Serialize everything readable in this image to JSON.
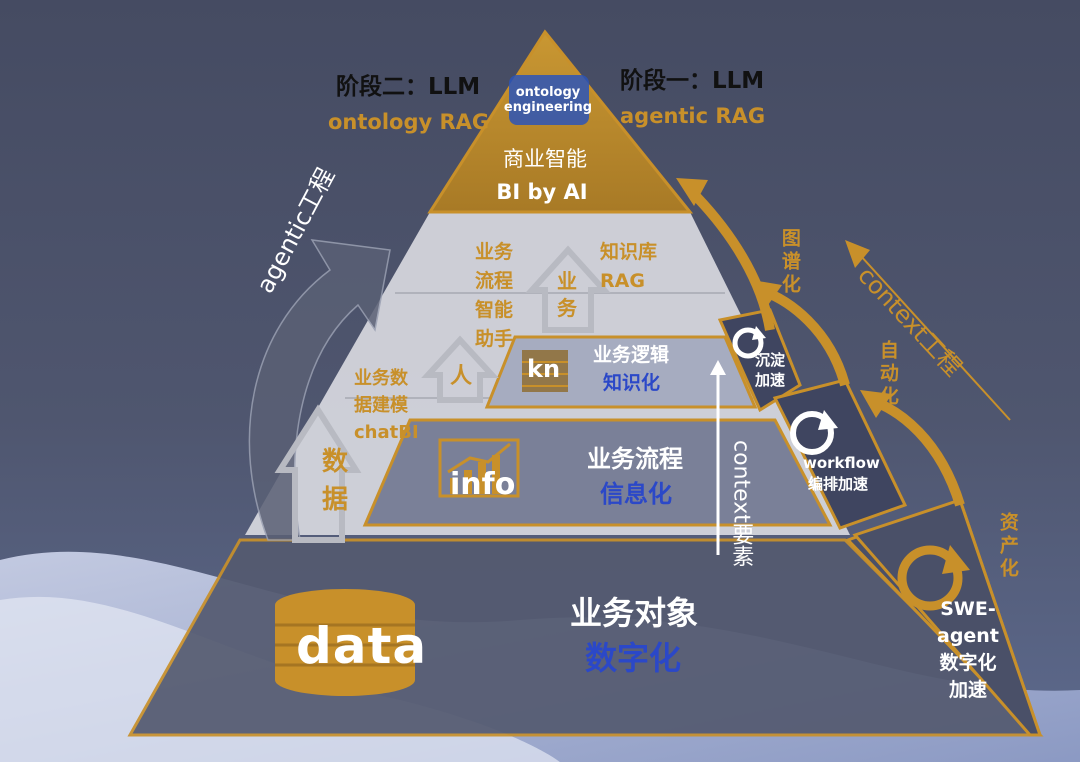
{
  "colors": {
    "gold": "#c8902a",
    "blue": "#2b48c8",
    "dark_bg": "#4a5068",
    "light_layer": "#dcdde2"
  },
  "stages": {
    "stage2_title": "阶段二：LLM",
    "stage2_sub": "ontology RAG",
    "stage1_title": "阶段一：LLM",
    "stage1_sub": "agentic RAG"
  },
  "apex": {
    "icon_label": "ontology engineering",
    "title": "商业智能",
    "subtitle": "BI by AI"
  },
  "layer2": {
    "left_text": "业务\n流程\n智能\n助手",
    "right_text": "知识库\nRAG",
    "arrow_text": "业\n务",
    "kn_label": "kn",
    "logic_title": "业务逻辑",
    "logic_sub": "知识化"
  },
  "layer3": {
    "left_text": "业务数\n据建模\nchatBI",
    "arrow_person": "人",
    "arrow_data": "数\n据",
    "info_label": "info",
    "process_title": "业务流程",
    "process_sub": "信息化"
  },
  "base": {
    "data_label": "data",
    "object_title": "业务对象",
    "object_sub": "数字化"
  },
  "side": {
    "agentic": "agentic工程",
    "context_elements": "context要素",
    "context_eng": "context工程",
    "graph": "图谱化",
    "auto": "自动化",
    "asset": "资产化",
    "settle": "沉淀\n加速",
    "workflow_title": "workflow",
    "workflow_sub": "编排加速",
    "swe": "SWE-\nagent\n数字化\n加速"
  }
}
